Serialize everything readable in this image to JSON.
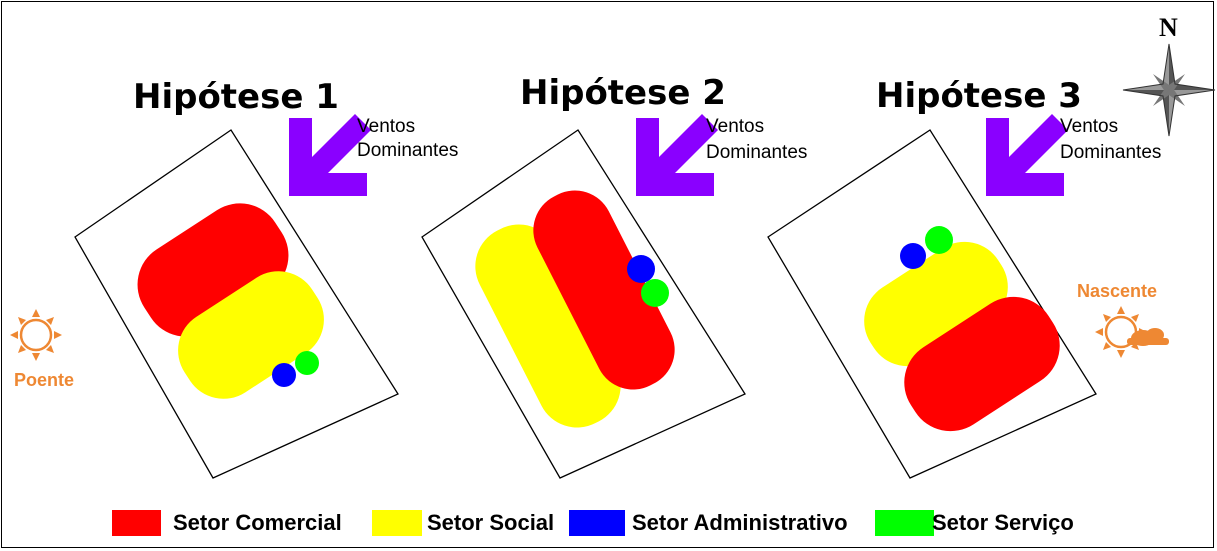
{
  "hypotheses": [
    {
      "title": "Hipótese 1",
      "wind_label_line1": "Ventos",
      "wind_label_line2": "Dominantes"
    },
    {
      "title": "Hipótese 2",
      "wind_label_line1": "Ventos",
      "wind_label_line2": "Dominantes"
    },
    {
      "title": "Hipótese 3",
      "wind_label_line1": "Ventos",
      "wind_label_line2": "Dominantes"
    }
  ],
  "compass": {
    "north_label": "N"
  },
  "sun": {
    "west_label": "Poente",
    "east_label": "Nascente",
    "color": "#ee8833"
  },
  "legend": [
    {
      "label": "Setor Comercial",
      "color": "#ff0000"
    },
    {
      "label": "Setor Social",
      "color": "#ffff00"
    },
    {
      "label": "Setor Administrativo",
      "color": "#0000ff"
    },
    {
      "label": "Setor Serviço",
      "color": "#00ff00"
    }
  ],
  "colors": {
    "wind_arrow": "#8a00ff",
    "commercial": "#ff0000",
    "social": "#ffff00",
    "administrative": "#0000ff",
    "service": "#00ff00"
  }
}
